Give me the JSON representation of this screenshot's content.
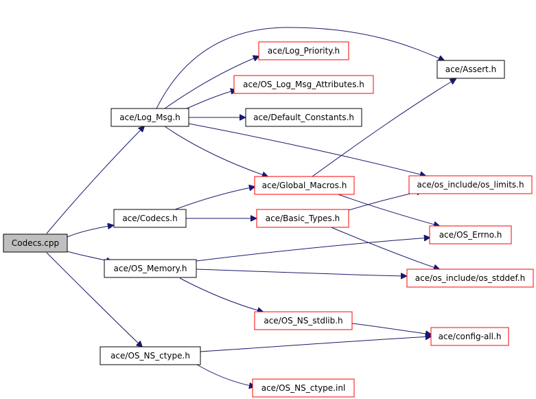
{
  "colors": {
    "edge": "#191970",
    "root_fill": "#bfbfbf",
    "root_border": "#000000",
    "documented_border": "#000000",
    "undocumented_border": "#ff0000",
    "node_fill": "#ffffff"
  },
  "nodes": {
    "codecs_cpp": {
      "label": "Codecs.cpp",
      "kind": "root"
    },
    "log_msg": {
      "label": "ace/Log_Msg.h",
      "kind": "documented"
    },
    "codecs_h": {
      "label": "ace/Codecs.h",
      "kind": "documented"
    },
    "os_memory": {
      "label": "ace/OS_Memory.h",
      "kind": "documented"
    },
    "os_ns_ctype": {
      "label": "ace/OS_NS_ctype.h",
      "kind": "documented"
    },
    "log_priority": {
      "label": "ace/Log_Priority.h",
      "kind": "undocumented"
    },
    "os_log_msg_attr": {
      "label": "ace/OS_Log_Msg_Attributes.h",
      "kind": "undocumented"
    },
    "default_constants": {
      "label": "ace/Default_Constants.h",
      "kind": "documented"
    },
    "global_macros": {
      "label": "ace/Global_Macros.h",
      "kind": "undocumented"
    },
    "basic_types": {
      "label": "ace/Basic_Types.h",
      "kind": "undocumented"
    },
    "os_ns_stdlib": {
      "label": "ace/OS_NS_stdlib.h",
      "kind": "undocumented"
    },
    "os_ns_ctype_inl": {
      "label": "ace/OS_NS_ctype.inl",
      "kind": "undocumented"
    },
    "assert_h": {
      "label": "ace/Assert.h",
      "kind": "documented"
    },
    "os_limits": {
      "label": "ace/os_include/os_limits.h",
      "kind": "undocumented"
    },
    "os_errno": {
      "label": "ace/OS_Errno.h",
      "kind": "undocumented"
    },
    "os_stddef": {
      "label": "ace/os_include/os_stddef.h",
      "kind": "undocumented"
    },
    "config_all": {
      "label": "ace/config-all.h",
      "kind": "undocumented"
    }
  },
  "edges": [
    {
      "from": "codecs_cpp",
      "to": "log_msg"
    },
    {
      "from": "codecs_cpp",
      "to": "codecs_h"
    },
    {
      "from": "codecs_cpp",
      "to": "os_memory"
    },
    {
      "from": "codecs_cpp",
      "to": "os_ns_ctype"
    },
    {
      "from": "log_msg",
      "to": "log_priority"
    },
    {
      "from": "log_msg",
      "to": "os_log_msg_attr"
    },
    {
      "from": "log_msg",
      "to": "default_constants"
    },
    {
      "from": "log_msg",
      "to": "assert_h"
    },
    {
      "from": "log_msg",
      "to": "global_macros"
    },
    {
      "from": "log_msg",
      "to": "os_limits"
    },
    {
      "from": "codecs_h",
      "to": "global_macros"
    },
    {
      "from": "codecs_h",
      "to": "basic_types"
    },
    {
      "from": "global_macros",
      "to": "assert_h"
    },
    {
      "from": "global_macros",
      "to": "os_errno"
    },
    {
      "from": "basic_types",
      "to": "os_limits"
    },
    {
      "from": "basic_types",
      "to": "os_stddef"
    },
    {
      "from": "os_memory",
      "to": "os_errno"
    },
    {
      "from": "os_memory",
      "to": "os_stddef"
    },
    {
      "from": "os_memory",
      "to": "os_ns_stdlib"
    },
    {
      "from": "os_ns_stdlib",
      "to": "config_all"
    },
    {
      "from": "os_ns_ctype",
      "to": "config_all"
    },
    {
      "from": "os_ns_ctype",
      "to": "os_ns_ctype_inl"
    }
  ]
}
